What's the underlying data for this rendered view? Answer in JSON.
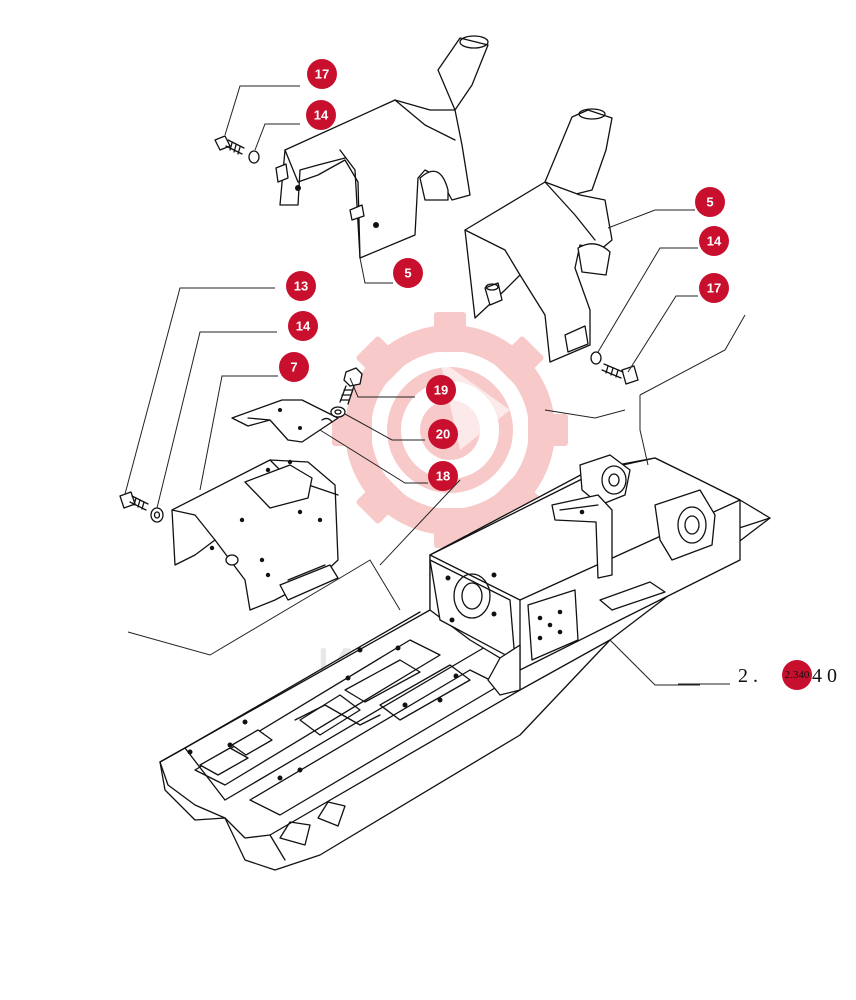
{
  "diagram": {
    "callouts": [
      {
        "id": "c17a",
        "label": "17"
      },
      {
        "id": "c14a",
        "label": "14"
      },
      {
        "id": "c5a",
        "label": "5"
      },
      {
        "id": "c5b",
        "label": "5"
      },
      {
        "id": "c14b",
        "label": "14"
      },
      {
        "id": "c17b",
        "label": "17"
      },
      {
        "id": "c13",
        "label": "13"
      },
      {
        "id": "c14c",
        "label": "14"
      },
      {
        "id": "c7",
        "label": "7"
      },
      {
        "id": "c19",
        "label": "19"
      },
      {
        "id": "c20",
        "label": "20"
      },
      {
        "id": "c18",
        "label": "18"
      }
    ],
    "reference": {
      "left": "2 .",
      "badge": "2.340",
      "right": "4 0"
    },
    "watermark": {
      "text": "ИНТЕХ",
      "color": "#e8a0a0"
    },
    "accent_color": "#c8102e"
  }
}
